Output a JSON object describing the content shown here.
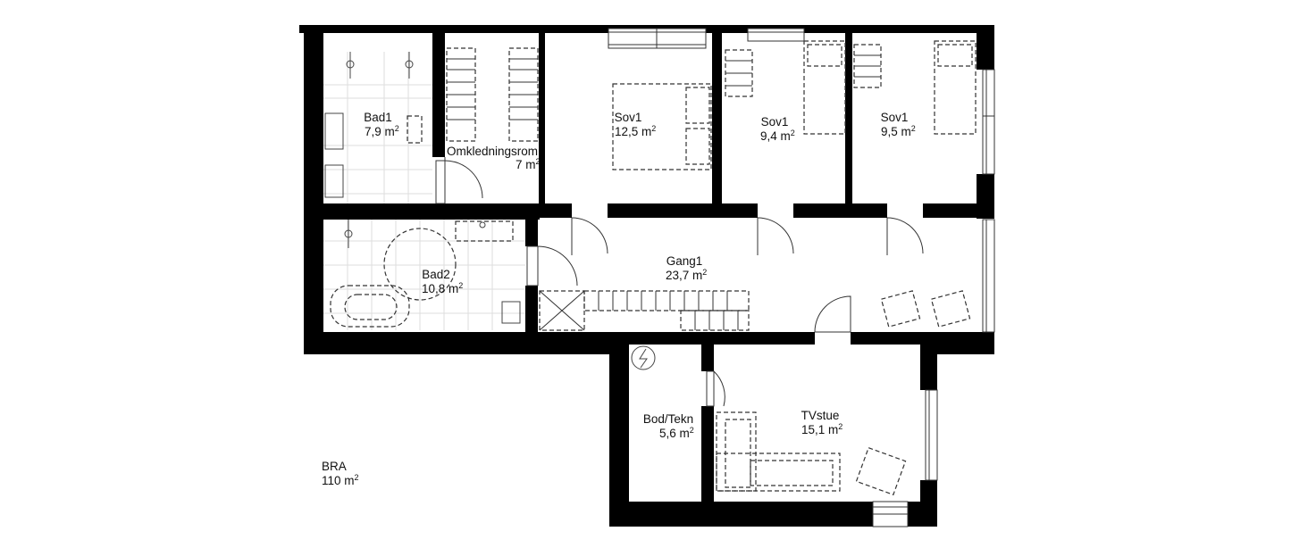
{
  "plan": {
    "rooms": [
      {
        "id": "bad1",
        "name": "Bad1",
        "area": "7,9 m",
        "unit_sup": "2"
      },
      {
        "id": "omkledningsrom",
        "name": "Omkledningsrom",
        "area": "7 m",
        "unit_sup": "2"
      },
      {
        "id": "sov1-a",
        "name": "Sov1",
        "area": "12,5 m",
        "unit_sup": "2"
      },
      {
        "id": "sov1-b",
        "name": "Sov1",
        "area": "9,4 m",
        "unit_sup": "2"
      },
      {
        "id": "sov1-c",
        "name": "Sov1",
        "area": "9,5 m",
        "unit_sup": "2"
      },
      {
        "id": "bad2",
        "name": "Bad2",
        "area": "10,8 m",
        "unit_sup": "2"
      },
      {
        "id": "gang1",
        "name": "Gang1",
        "area": "23,7 m",
        "unit_sup": "2"
      },
      {
        "id": "bod-tekn",
        "name": "Bod/Tekn",
        "area": "5,6 m",
        "unit_sup": "2"
      },
      {
        "id": "tvstue",
        "name": "TVstue",
        "area": "15,1 m",
        "unit_sup": "2"
      }
    ],
    "total": {
      "label": "BRA",
      "area": "110 m",
      "unit_sup": "2"
    },
    "colors": {
      "wall": "#000000",
      "furniture": "#333333",
      "tile": "#dddddd"
    },
    "icons": [
      "electrical-panel-icon",
      "door-swing-icon",
      "window-icon",
      "staircase-icon"
    ]
  }
}
